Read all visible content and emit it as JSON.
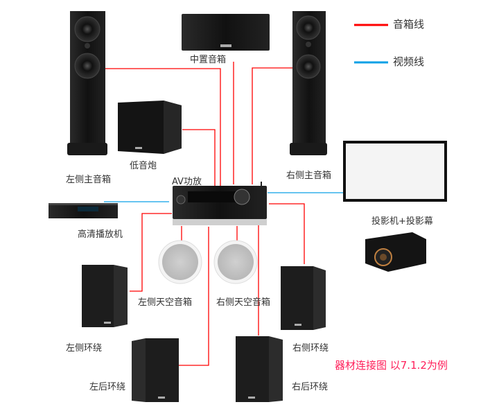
{
  "legend": {
    "speaker_wire": {
      "label": "音箱线",
      "color": "#ff0000"
    },
    "video_wire": {
      "label": "视频线",
      "color": "#0aa0e6"
    }
  },
  "devices": {
    "left_main": "左侧主音箱",
    "center": "中置音箱",
    "right_main": "右侧主音箱",
    "subwoofer": "低音炮",
    "av_receiver": "AV功放",
    "player": "高清播放机",
    "projector": "投影机+投影幕",
    "left_height": "左侧天空音箱",
    "right_height": "右侧天空音箱",
    "left_surround": "左侧环绕",
    "right_surround": "右侧环绕",
    "left_rear": "左后环绕",
    "right_rear": "右后环绕"
  },
  "caption": {
    "text": "器材连接图 以7.1.2为例",
    "color": "#ff1f5a"
  }
}
